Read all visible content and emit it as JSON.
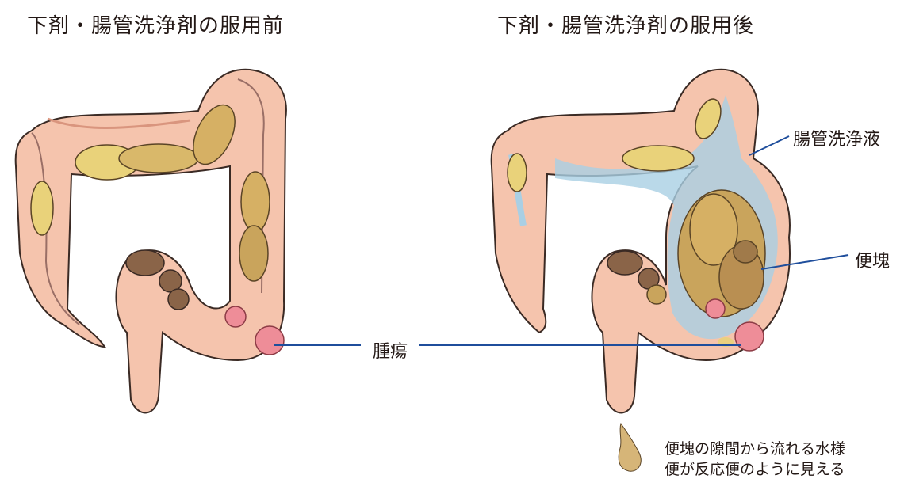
{
  "titles": {
    "before": "下剤・腸管洗浄剤の服用前",
    "after": "下剤・腸管洗浄剤の服用後"
  },
  "labels": {
    "lavage_fluid": "腸管洗浄液",
    "stool": "便塊",
    "tumor": "腫瘍"
  },
  "note": {
    "line1": "便塊の隙間から流れる水様",
    "line2": "便が反応便のように見える"
  },
  "colors": {
    "colon": "#f5c4ad",
    "colon_dark": "#d9957e",
    "tumor": "#ee8d98",
    "stool_yellow": "#e9d27a",
    "stool_tan": "#c9a45c",
    "stool_brown": "#8a6448",
    "lavage": "#a9cfe4",
    "leader": "#1f4e9c"
  }
}
